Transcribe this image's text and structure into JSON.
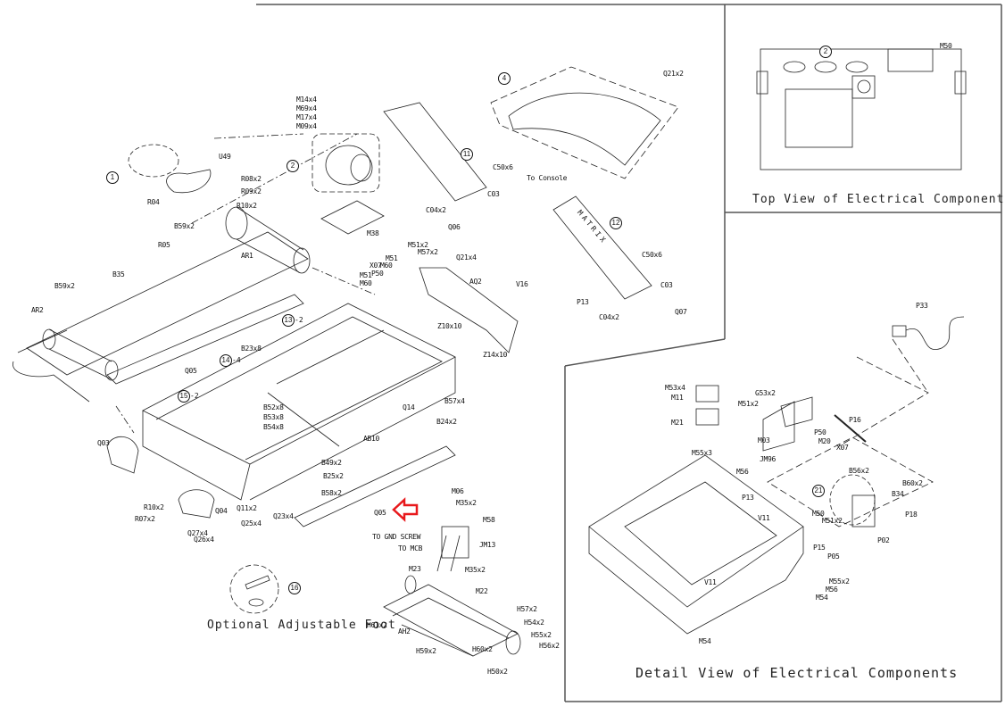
{
  "diagram": {
    "type": "exploded parts diagram",
    "subject": "treadmill",
    "accent_color": "#e8191c",
    "line_color": "#111111",
    "border_color": "#666666",
    "brand_text": "MATRIX",
    "panels": {
      "top_view": {
        "title": "Top View of Electrical Components",
        "callouts": [
          "2"
        ],
        "labels": [
          "M50"
        ]
      },
      "detail_view": {
        "title": "Detail View of Electrical Components"
      },
      "optional_foot": {
        "title": "Optional Adjustable Foot",
        "callout": "16"
      }
    },
    "callouts": [
      {
        "id": "c1",
        "text": "1"
      },
      {
        "id": "c2",
        "text": "2"
      },
      {
        "id": "c4",
        "text": "4"
      },
      {
        "id": "c11",
        "text": "11"
      },
      {
        "id": "c12",
        "text": "12"
      },
      {
        "id": "c13",
        "text": "13",
        "suffix": "-2"
      },
      {
        "id": "c14",
        "text": "14",
        "suffix": "-4"
      },
      {
        "id": "c15",
        "text": "15",
        "suffix": "-2"
      },
      {
        "id": "c16",
        "text": "16"
      },
      {
        "id": "c21",
        "text": "21"
      },
      {
        "id": "c2top",
        "text": "2"
      }
    ],
    "highlight": {
      "part": "Q05",
      "indicator": "red-arrow"
    },
    "notes": {
      "to_console": "To Console",
      "to_gnd_screw": "TO GND SCREW",
      "to_mcb": "TO MCB"
    },
    "parts": [
      "U49",
      "R08x2",
      "R09x2",
      "R10x2",
      "R04",
      "B59x2",
      "R05",
      "AR1",
      "B35",
      "B59x2",
      "AR2",
      "M14x4",
      "M69x4",
      "M17x4",
      "M09x4",
      "M38",
      "C50x6",
      "C03",
      "C04x2",
      "Q06",
      "Q21x2",
      "C50x6",
      "P13",
      "C04x2",
      "C03",
      "Q07",
      "V16",
      "M51x2",
      "M57x2",
      "M51",
      "X07",
      "M60",
      "M51",
      "P50",
      "M60",
      "Q21x4",
      "AQ2",
      "Z10x10",
      "Z14x10",
      "B23x8",
      "Q05",
      "B52x8",
      "B53x8",
      "B54x8",
      "B57x4",
      "Q14",
      "B24x2",
      "AB10",
      "Q03",
      "R10x2",
      "R07x2",
      "Q04",
      "Q27x4",
      "Q26x4",
      "Q11x2",
      "Q25x4",
      "Q23x4",
      "B49x2",
      "B25x2",
      "B58x2",
      "Q05",
      "M06",
      "M35x2",
      "M58",
      "JM13",
      "M35x2",
      "M23",
      "M22",
      "H61x2",
      "AH2",
      "H59x2",
      "H60x2",
      "H57x2",
      "H54x2",
      "H55x2",
      "H56x2",
      "H50x2",
      "M53x4",
      "M11",
      "M21",
      "G53x2",
      "M51x2",
      "M03",
      "P50",
      "M20",
      "X07",
      "P16",
      "JM96",
      "M55x3",
      "M56",
      "P33",
      "B56x2",
      "B60x2",
      "B34",
      "P18",
      "P02",
      "M50",
      "M51x2",
      "P13",
      "V11",
      "P15",
      "P05",
      "M55x2",
      "M56",
      "M54",
      "V11",
      "M54"
    ]
  },
  "labels": {
    "U49": "U49",
    "R08": "R08x2",
    "R09": "R09x2",
    "R10a": "R10x2",
    "R04": "R04",
    "B59a": "B59x2",
    "R05": "R05",
    "AR1": "AR1",
    "B35": "B35",
    "B59b": "B59x2",
    "AR2": "AR2",
    "M14": "M14x4",
    "M69": "M69x4",
    "M17": "M17x4",
    "M09": "M09x4",
    "M38": "M38",
    "C50a": "C50x6",
    "C03a": "C03",
    "C04a": "C04x2",
    "Q06": "Q06",
    "Q21a": "Q21x2",
    "C50b": "C50x6",
    "P13a": "P13",
    "C04b": "C04x2",
    "C03b": "C03",
    "Q07": "Q07",
    "V16": "V16",
    "M51x2a": "M51x2",
    "M57": "M57x2",
    "M51a": "M51",
    "X07a": "X07",
    "M60a": "M60",
    "M51b": "M51",
    "P50a": "P50",
    "M60b": "M60",
    "Q21b": "Q21x4",
    "AQ2": "AQ2",
    "Z10": "Z10x10",
    "Z14": "Z14x10",
    "B23": "B23x8",
    "Q05a": "Q05",
    "B52": "B52x8",
    "B53": "B53x8",
    "B54": "B54x8",
    "B57": "B57x4",
    "Q14": "Q14",
    "B24": "B24x2",
    "AB10": "AB10",
    "Q03": "Q03",
    "R10b": "R10x2",
    "R07": "R07x2",
    "Q04": "Q04",
    "Q27": "Q27x4",
    "Q26": "Q26x4",
    "Q11": "Q11x2",
    "Q25": "Q25x4",
    "Q23": "Q23x4",
    "B49": "B49x2",
    "B25": "B25x2",
    "B58": "B58x2",
    "Q05b": "Q05",
    "M06": "M06",
    "M35a": "M35x2",
    "M58": "M58",
    "JM13": "JM13",
    "M35b": "M35x2",
    "M23": "M23",
    "M22": "M22",
    "H61": "H61x2",
    "AH2": "AH2",
    "H59": "H59x2",
    "H60": "H60x2",
    "H57": "H57x2",
    "H54": "H54x2",
    "H55": "H55x2",
    "H56": "H56x2",
    "H50": "H50x2",
    "M53": "M53x4",
    "M11": "M11",
    "M21": "M21",
    "G53": "G53x2",
    "M51x2b": "M51x2",
    "M03": "M03",
    "P50b": "P50",
    "M20": "M20",
    "X07b": "X07",
    "P16": "P16",
    "JM96": "JM96",
    "M55x3": "M55x3",
    "M56a": "M56",
    "P33": "P33",
    "B56": "B56x2",
    "B60": "B60x2",
    "B34": "B34",
    "P18": "P18",
    "P02": "P02",
    "M50a": "M50",
    "M51x2c": "M51x2",
    "P13b": "P13",
    "V11a": "V11",
    "P15": "P15",
    "P05": "P05",
    "M55x2": "M55x2",
    "M56b": "M56",
    "M54a": "M54",
    "V11b": "V11",
    "M54b": "M54",
    "M50top": "M50"
  }
}
